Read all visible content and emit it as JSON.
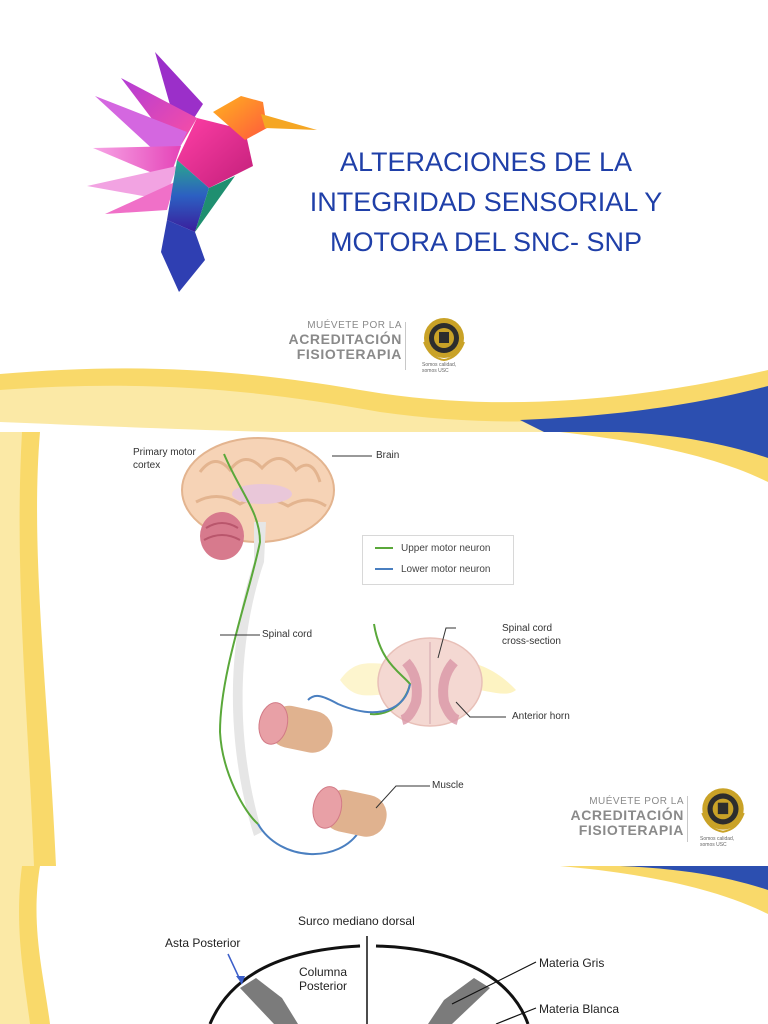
{
  "slide1": {
    "title_lines": [
      "ALTERACIONES DE LA",
      "INTEGRIDAD SENSORIAL Y",
      "MOTORA DEL SNC- SNP"
    ],
    "colors": {
      "title": "#1f3fa8",
      "wave_yellow": "#f7c948",
      "wave_blue": "#2c4fb0"
    }
  },
  "accreditation": {
    "line1": "MUÉVETE POR LA",
    "line2": "ACREDITACIÓN",
    "line3": "FISIOTERAPIA",
    "seal_tagline": "Somos calidad, somos USC"
  },
  "slide2": {
    "labels": {
      "primary_motor_cortex": "Primary motor cortex",
      "brain": "Brain",
      "spinal_cord": "Spinal cord",
      "spinal_cord_cross_section": "Spinal cord cross-section",
      "anterior_horn": "Anterior horn",
      "muscle": "Muscle"
    },
    "legend": [
      {
        "label": "Upper motor neuron",
        "color": "#5aa83a"
      },
      {
        "label": "Lower motor neuron",
        "color": "#4a7fc0"
      }
    ]
  },
  "slide3": {
    "labels": {
      "surco": "Surco mediano dorsal",
      "asta_posterior": "Asta Posterior",
      "columna_posterior": "Columna Posterior",
      "materia_gris": "Materia Gris",
      "materia_blanca": "Materia Blanca"
    }
  }
}
